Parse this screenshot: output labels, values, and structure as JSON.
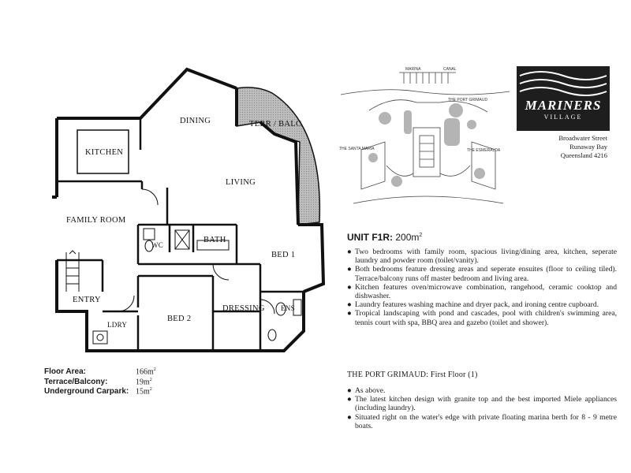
{
  "plan": {
    "rooms": {
      "dining": "DINING",
      "terrace": "TERR / BALC",
      "kitchen": "KITCHEN",
      "living": "LIVING",
      "family_room": "FAMILY ROOM",
      "bath": "BATH",
      "wc": "WC",
      "bed1": "BED 1",
      "entry": "ENTRY",
      "dressing": "DRESSING",
      "ens": "ENS",
      "ldry": "LDRY",
      "bed2": "BED 2"
    }
  },
  "site_plan": {
    "labels": {
      "marina": "MARINA",
      "canal": "CANAL",
      "port_grimaud": "THE PORT GRIMAUD",
      "santa_maria": "THE SANTA MARIA",
      "esmeralda": "THE ESMERALDA"
    }
  },
  "brand": {
    "name": "MARINERS",
    "sub": "VILLAGE",
    "address": [
      "Broadwater Street",
      "Runaway Bay",
      "Queensland 4216"
    ]
  },
  "unit": {
    "title": "UNIT F1R:",
    "area": "200m",
    "area_sup": "2",
    "features": [
      "Two bedrooms with family room, spacious living/dining area, kitchen, seperate laundry and powder room (toilet/vanity).",
      "Both bedrooms feature dressing areas and seperate ensuites (floor to ceiling tiled). Terrace/balcony runs off master bedroom and living area.",
      "Kitchen features oven/microwave combination, rangehood, ceramic cooktop and dishwasher.",
      "Laundry features washing machine and dryer pack, and ironing centre cupboard.",
      "Tropical landscaping with pond and cascades, pool with children's swimming area, tennis court with spa, BBQ area and gazebo (toilet and shower)."
    ],
    "bullet": "●"
  },
  "section2": {
    "title": "THE PORT GRIMAUD: First Floor (1)",
    "features": [
      "As above.",
      "The latest kitchen design with granite top and the best imported Miele appliances (including laundry).",
      "Situated right on the water's edge with private floating marina berth for 8 - 9 metre boats."
    ]
  },
  "areas": [
    {
      "label": "Floor Area:",
      "value": "166m",
      "sup": "2"
    },
    {
      "label": "Terrace/Balcony:",
      "value": "19m",
      "sup": "2"
    },
    {
      "label": "Underground Carpark:",
      "value": "15m",
      "sup": "2"
    }
  ]
}
